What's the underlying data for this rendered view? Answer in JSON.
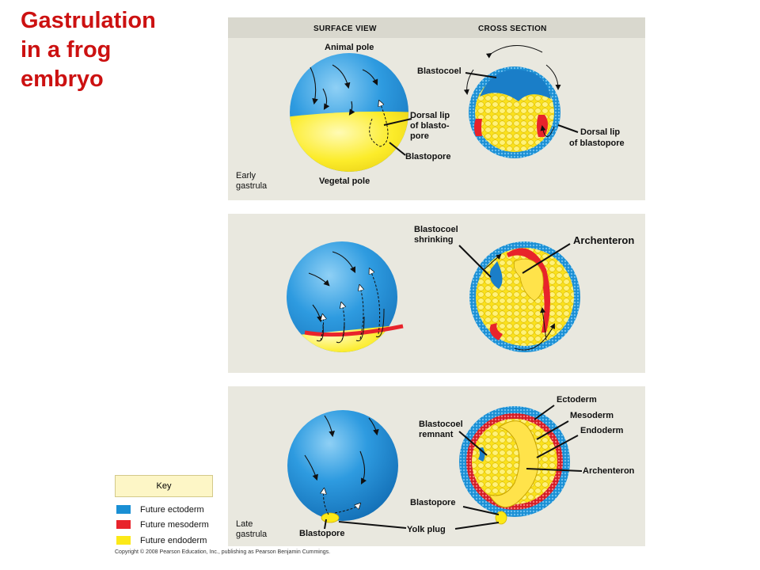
{
  "title": {
    "line1": "Gastrulation",
    "line2": "in a frog",
    "line3": "embryo"
  },
  "headers": {
    "surface": "SURFACE VIEW",
    "cross": "CROSS SECTION"
  },
  "panel1": {
    "animal_pole": "Animal pole",
    "blastocoel": "Blastocoel",
    "dorsal_lip_left_1": "Dorsal lip",
    "dorsal_lip_left_2": "of blasto-",
    "dorsal_lip_left_3": "pore",
    "blastopore": "Blastopore",
    "dorsal_lip_right_1": "Dorsal lip",
    "dorsal_lip_right_2": "of blastopore",
    "stage_1": "Early",
    "stage_2": "gastrula",
    "vegetal_pole": "Vegetal pole"
  },
  "panel2": {
    "blastocoel_1": "Blastocoel",
    "blastocoel_2": "shrinking",
    "archenteron": "Archenteron"
  },
  "panel3": {
    "ectoderm": "Ectoderm",
    "mesoderm": "Mesoderm",
    "endoderm": "Endoderm",
    "remnant_1": "Blastocoel",
    "remnant_2": "remnant",
    "archenteron": "Archenteron",
    "blastopore_right": "Blastopore",
    "yolk_plug": "Yolk plug",
    "stage_1": "Late",
    "stage_2": "gastrula",
    "blastopore_left": "Blastopore"
  },
  "key": {
    "title": "Key",
    "items": [
      {
        "label": "Future ectoderm",
        "color": "#1a8fd4"
      },
      {
        "label": "Future mesoderm",
        "color": "#e8232b"
      },
      {
        "label": "Future endoderm",
        "color": "#fce918"
      }
    ]
  },
  "copyright": "Copyright © 2008 Pearson Education, Inc., publishing as Pearson Benjamin Cummings."
}
